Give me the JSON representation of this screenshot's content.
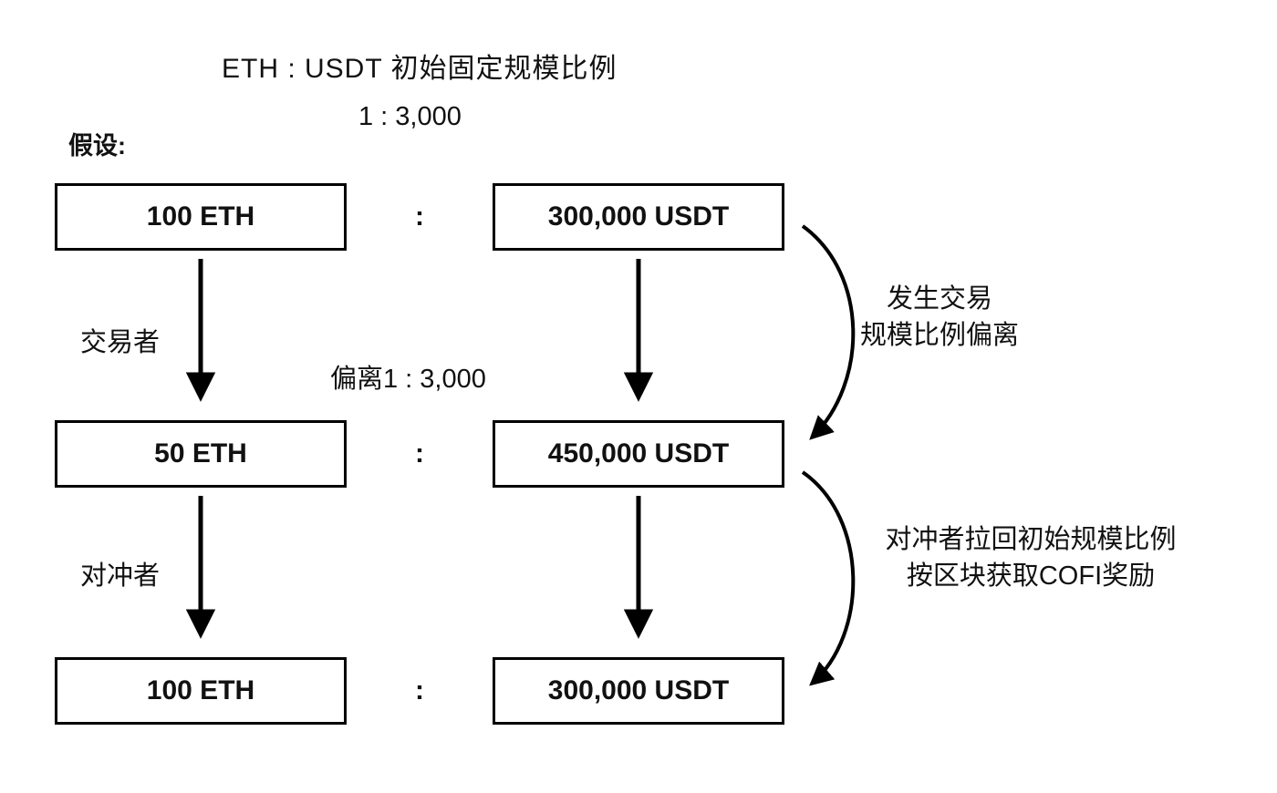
{
  "diagram": {
    "title": "ETH : USDT 初始固定规模比例",
    "ratio": "1 : 3,000",
    "assumption_label": "假设:",
    "colon": ":",
    "rows": [
      {
        "eth": "100 ETH",
        "usdt": "300,000 USDT"
      },
      {
        "eth": "50 ETH",
        "usdt": "450,000 USDT"
      },
      {
        "eth": "100 ETH",
        "usdt": "300,000 USDT"
      }
    ],
    "labels": {
      "trader": "交易者",
      "deviation": "偏离1 : 3,000",
      "hedger": "对冲者",
      "trade_note_line1": "发生交易",
      "trade_note_line2": "规模比例偏离",
      "hedge_note_line1": "对冲者拉回初始规模比例",
      "hedge_note_line2": "按区块获取COFI奖励"
    },
    "colors": {
      "stroke": "#000000",
      "background": "#ffffff"
    }
  }
}
